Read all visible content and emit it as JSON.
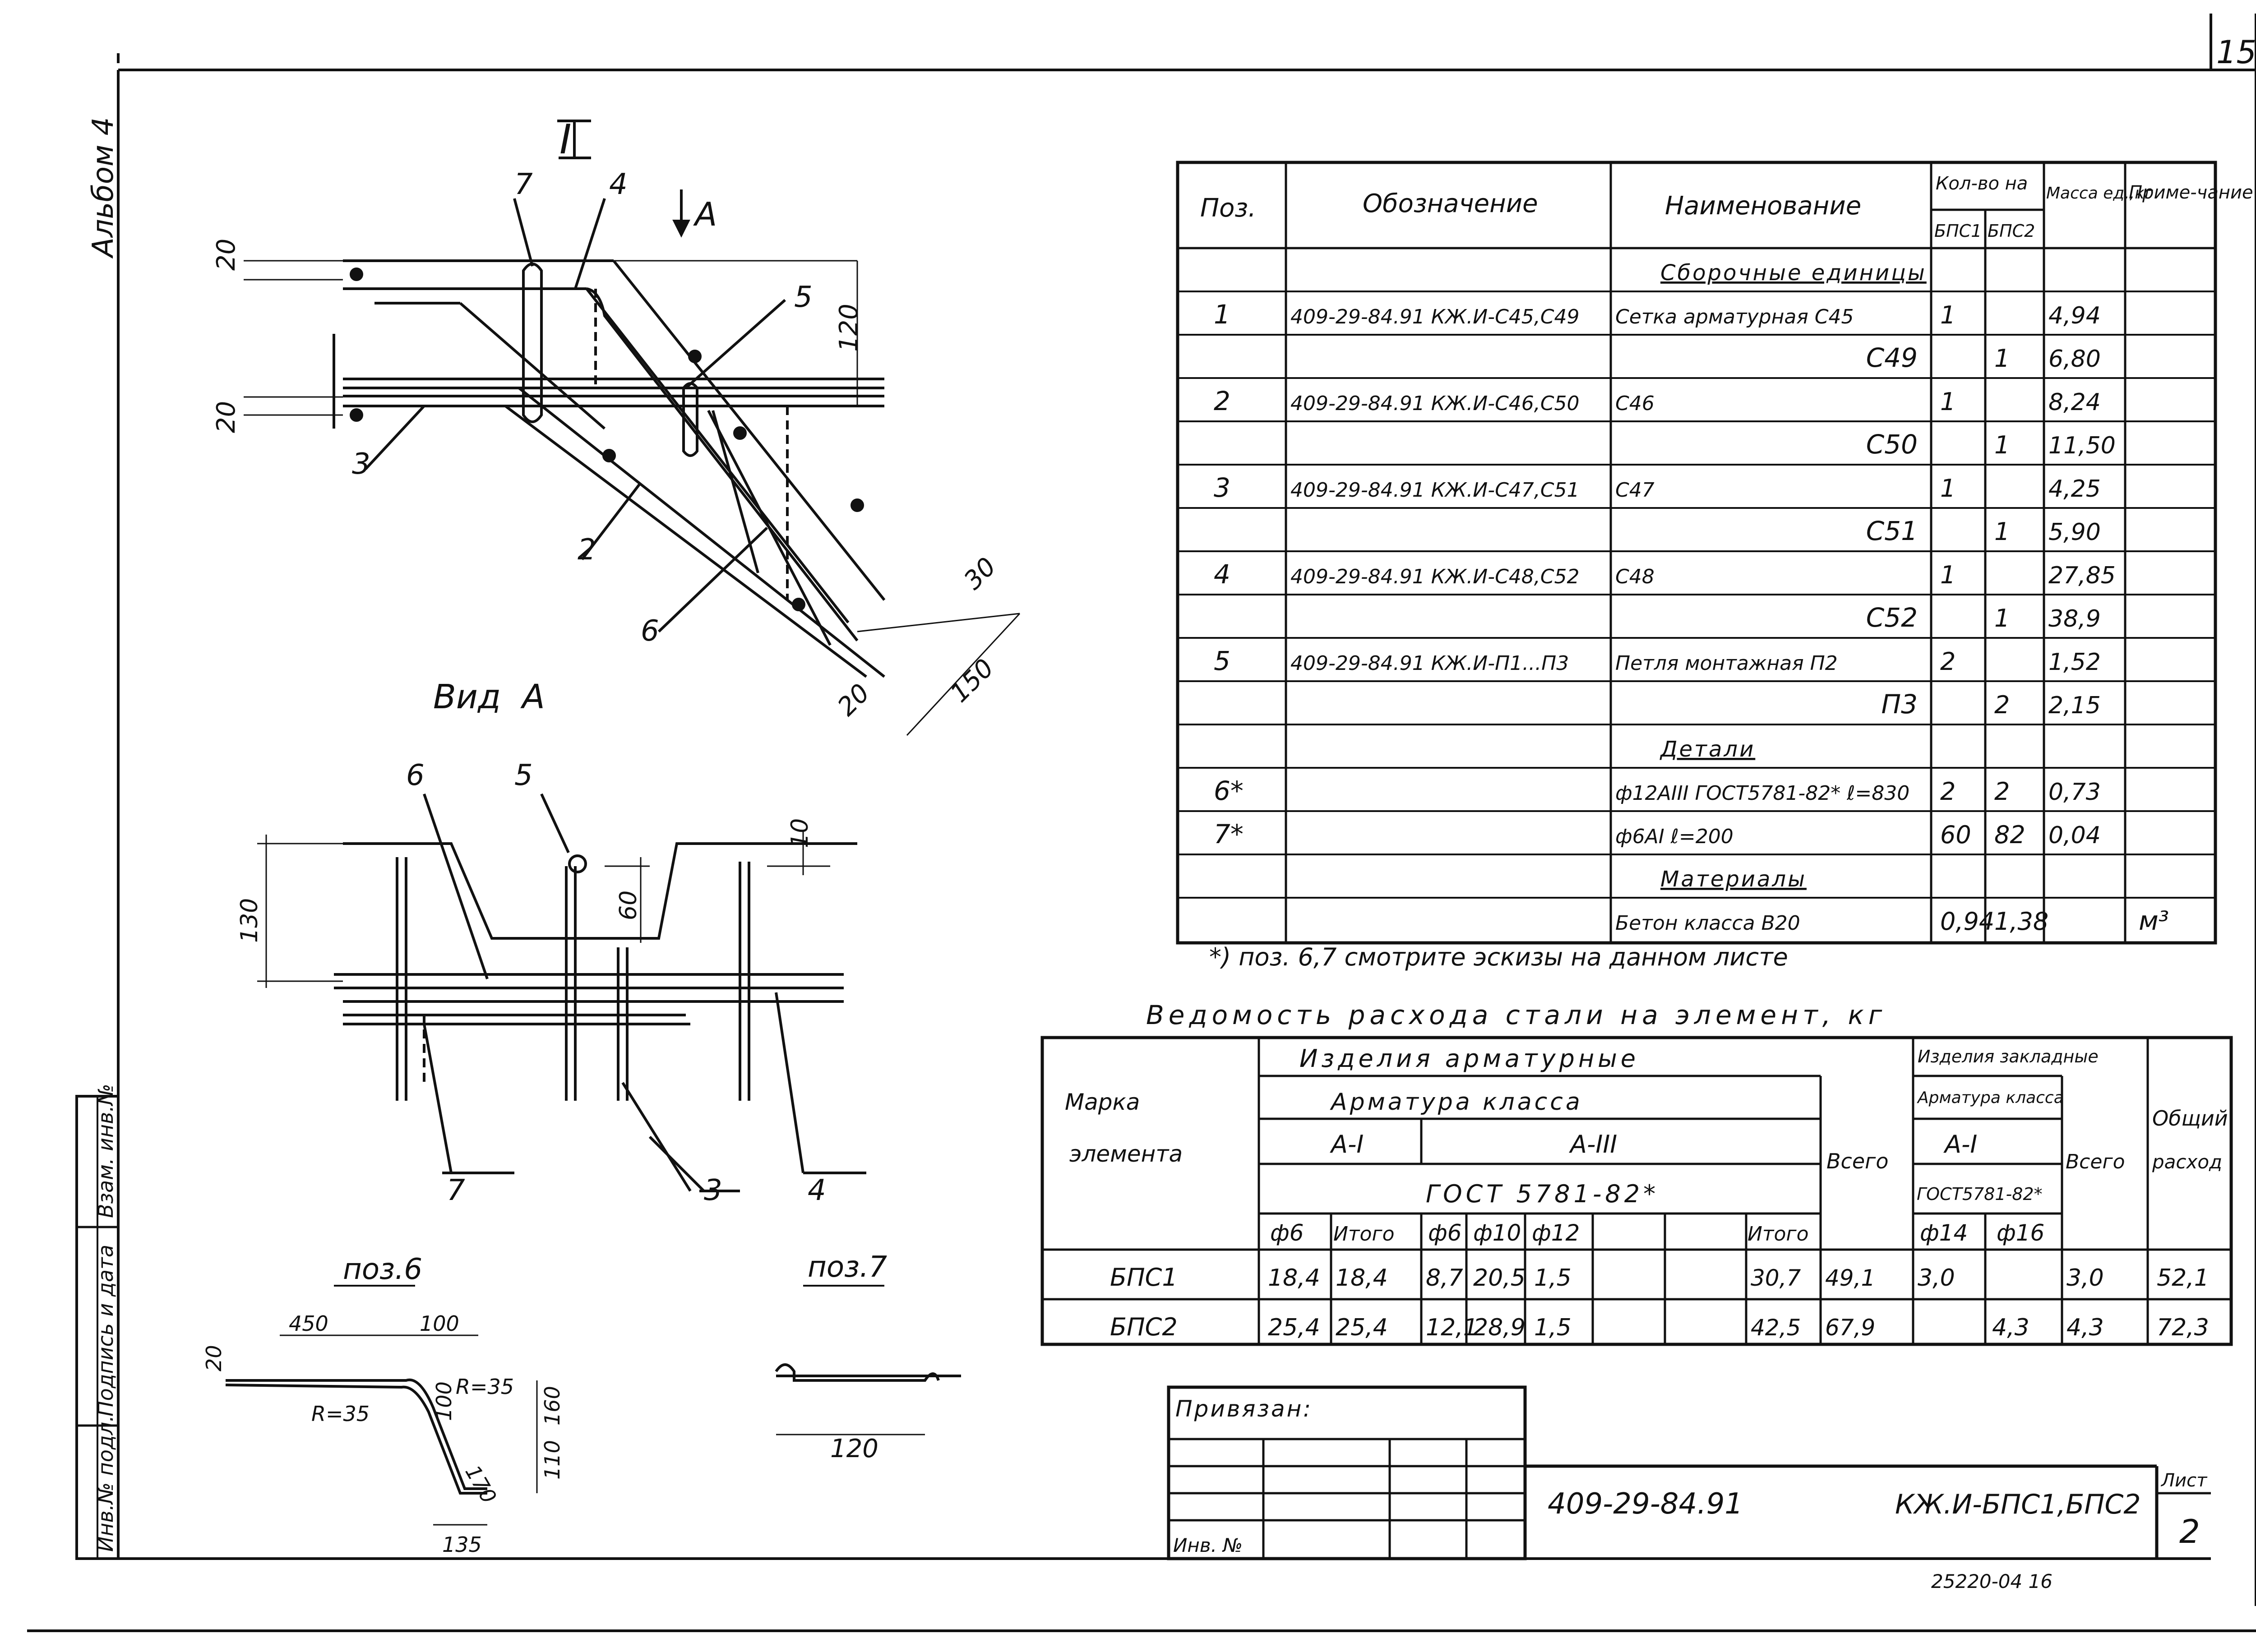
{
  "sheet_number_corner": "15",
  "album": "Альбом 4",
  "spec_table": {
    "headers": {
      "pos": "Поз.",
      "designation": "Обозначение",
      "name": "Наименование",
      "qty": "Кол-во на",
      "bpc1": "БПС1",
      "bpc2": "БПС2",
      "mass": "Масса ед.,кг",
      "note": "Приме-чание"
    },
    "rows": [
      {
        "pos": "",
        "designation": "",
        "name": "Сборочные единицы",
        "q1": "",
        "q2": "",
        "mass": "",
        "note": ""
      },
      {
        "pos": "1",
        "designation": "409-29-84.91 КЖ.И-С45,С49",
        "name": "Сетка арматурная С45",
        "q1": "1",
        "q2": "",
        "mass": "4,94",
        "note": ""
      },
      {
        "pos": "",
        "designation": "",
        "name": "С49",
        "q1": "",
        "q2": "1",
        "mass": "6,80",
        "note": ""
      },
      {
        "pos": "2",
        "designation": "409-29-84.91 КЖ.И-С46,С50",
        "name": "С46",
        "q1": "1",
        "q2": "",
        "mass": "8,24",
        "note": ""
      },
      {
        "pos": "",
        "designation": "",
        "name": "С50",
        "q1": "",
        "q2": "1",
        "mass": "11,50",
        "note": ""
      },
      {
        "pos": "3",
        "designation": "409-29-84.91 КЖ.И-С47,С51",
        "name": "С47",
        "q1": "1",
        "q2": "",
        "mass": "4,25",
        "note": ""
      },
      {
        "pos": "",
        "designation": "",
        "name": "С51",
        "q1": "",
        "q2": "1",
        "mass": "5,90",
        "note": ""
      },
      {
        "pos": "4",
        "designation": "409-29-84.91 КЖ.И-С48,С52",
        "name": "С48",
        "q1": "1",
        "q2": "",
        "mass": "27,85",
        "note": ""
      },
      {
        "pos": "",
        "designation": "",
        "name": "С52",
        "q1": "",
        "q2": "1",
        "mass": "38,9",
        "note": ""
      },
      {
        "pos": "5",
        "designation": "409-29-84.91 КЖ.И-П1...П3",
        "name": "Петля монтажная П2",
        "q1": "2",
        "q2": "",
        "mass": "1,52",
        "note": ""
      },
      {
        "pos": "",
        "designation": "",
        "name": "П3",
        "q1": "",
        "q2": "2",
        "mass": "2,15",
        "note": ""
      },
      {
        "pos": "",
        "designation": "",
        "name": "Детали",
        "q1": "",
        "q2": "",
        "mass": "",
        "note": ""
      },
      {
        "pos": "6*",
        "designation": "",
        "name": "ф12АIII ГОСТ5781-82* ℓ=830",
        "q1": "2",
        "q2": "2",
        "mass": "0,73",
        "note": ""
      },
      {
        "pos": "7*",
        "designation": "",
        "name": "ф6АI ℓ=200",
        "q1": "60",
        "q2": "82",
        "mass": "0,04",
        "note": ""
      },
      {
        "pos": "",
        "designation": "",
        "name": "Материалы",
        "q1": "",
        "q2": "",
        "mass": "",
        "note": ""
      },
      {
        "pos": "",
        "designation": "",
        "name": "Бетон класса В20",
        "q1": "0,94",
        "q2": "1,38",
        "mass": "",
        "note": "м³"
      }
    ],
    "footnote": "*) поз. 6,7 смотрите эскизы на данном листе"
  },
  "steel_table": {
    "title": "Ведомость расхода стали на элемент, кг",
    "h_mark": "Марка элемента",
    "h_products": "Изделия арматурные",
    "h_embedded": "Изделия закладные",
    "h_rebar_class": "Арматура класса",
    "h_rebar_class2": "Арматура класса",
    "h_ai": "А-I",
    "h_aiii": "А-III",
    "h_ai2": "А-I",
    "h_gost": "ГОСТ 5781-82*",
    "h_gost2": "ГОСТ5781-82*",
    "h_total": "Всего",
    "h_total2": "Всего",
    "h_general": "Общий расход",
    "h_d6": "ф6",
    "h_itogo": "Итого",
    "h_d6b": "ф6",
    "h_d10": "ф10",
    "h_d12": "ф12",
    "h_itogo2": "Итого",
    "h_d14": "ф14",
    "h_d16": "ф16",
    "rows": [
      {
        "mark": "БПС1",
        "d6": "18,4",
        "it1": "18,4",
        "d6b": "8,7",
        "d10": "20,5",
        "d12": "1,5",
        "it2": "30,7",
        "all": "49,1",
        "d14": "3,0",
        "d16": "",
        "all2": "3,0",
        "gen": "52,1"
      },
      {
        "mark": "БПС2",
        "d6": "25,4",
        "it1": "25,4",
        "d6b": "12,1",
        "d10": "28,9",
        "d12": "1,5",
        "it2": "42,5",
        "all": "67,9",
        "d14": "",
        "d16": "4,3",
        "all2": "4,3",
        "gen": "72,3"
      }
    ]
  },
  "drawing": {
    "section_mark": "I",
    "arrow_label": "А",
    "view_label": "Вид  А",
    "pos6_title": "поз.6",
    "pos7_title": "поз.7",
    "callouts_top": [
      "7",
      "4",
      "5",
      "3",
      "2",
      "6"
    ],
    "dims_top": [
      "20",
      "120",
      "20",
      "30",
      "150",
      "20"
    ],
    "callouts_view": [
      "6",
      "5",
      "7",
      "3",
      "4"
    ],
    "dims_view": [
      "130",
      "60",
      "10"
    ],
    "dims_pos6": [
      "20",
      "450",
      "100",
      "R=35",
      "R=35",
      "160",
      "110",
      "170",
      "135",
      "100"
    ],
    "dims_pos7": [
      "120"
    ]
  },
  "stamp": {
    "bound": "Привязан:",
    "inv": "Инв. №",
    "code": "409-29-84.91",
    "doc": "КЖ.И-БПС1,БПС2",
    "sheet_label": "Лист",
    "sheet": "2",
    "archive": "25220-04  16"
  },
  "left_strip": {
    "c1": "Инв.№ подл.",
    "c2": "Подпись и дата",
    "c3": "Взам. инв.№"
  }
}
